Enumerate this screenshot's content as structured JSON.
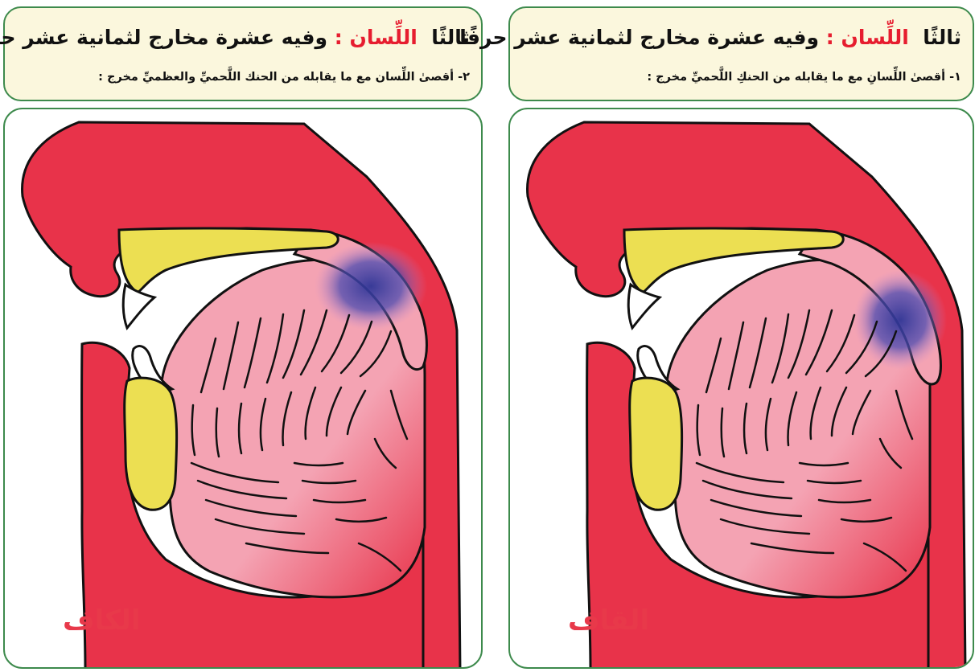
{
  "panels": {
    "left": {
      "title_prefix": "ثالثًا",
      "title_highlight": "اللِّسان :",
      "title_rest": "وفيه عشرة مخارج لثمانية عشر حرفًا",
      "subtitle": "٢- أقصىٰ اللِّسان مع ما يقابله من الحنك اللَّحميِّ والعظميِّ مخرج :",
      "letter": "الكاف"
    },
    "right": {
      "title_prefix": "ثالثًا",
      "title_highlight": "اللِّسان :",
      "title_rest": "وفيه عشرة مخارج لثمانية عشر حرفًا",
      "subtitle": "١- أقصىٰ اللِّسانِ مع ما يقابله من الحنكِ اللَّحميِّ مخرج :",
      "letter": "القاف"
    }
  },
  "colors": {
    "header_bg": "#fbf7dd",
    "border": "#3d8a4c",
    "highlight_text": "#e61d2f",
    "letter_text": "#e8394a",
    "flesh": "#e8334a",
    "tongue": "#f4a3b3",
    "bone": "#ecdf52",
    "articulation": "#3a3aa0"
  }
}
